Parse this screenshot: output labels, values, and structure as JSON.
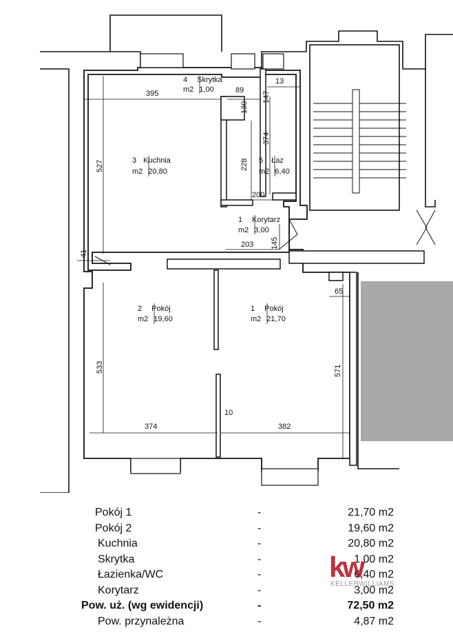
{
  "plan": {
    "rooms": [
      {
        "num": "4",
        "name": "Skrytka",
        "unit": "m2",
        "area": "1,00"
      },
      {
        "num": "3",
        "name": "Kuchnia",
        "unit": "m2",
        "area": "20,80"
      },
      {
        "num": "5",
        "name": "Łaz",
        "unit": "m2",
        "area": "6,40"
      },
      {
        "num": "1",
        "name": "Korytarz",
        "unit": "m2",
        "area": "3,00"
      },
      {
        "num": "2",
        "name": "Pokój",
        "unit": "m2",
        "area": "19,60"
      },
      {
        "num": "1",
        "name": "Pokój",
        "unit": "m2",
        "area": "21,70"
      }
    ],
    "dimensions": [
      "395",
      "89",
      "13",
      "147",
      "130",
      "374",
      "527",
      "228",
      "200",
      "145",
      "203",
      "41",
      "65",
      "533",
      "571",
      "10",
      "374",
      "382"
    ]
  },
  "areas": [
    {
      "name": "Pokój 1",
      "dash": "-",
      "value": "21,70 m2"
    },
    {
      "name": "Pokój 2",
      "dash": "-",
      "value": "19,60 m2"
    },
    {
      "name": "Kuchnia",
      "dash": "-",
      "value": "20,80 m2"
    },
    {
      "name": "Skrytka",
      "dash": "-",
      "value": "1,00 m2"
    },
    {
      "name": "Łazienka/WC",
      "dash": "-",
      "value": "6,40 m2"
    },
    {
      "name": "Korytarz",
      "dash": "-",
      "value": "3,00 m2"
    }
  ],
  "total": {
    "name": "Pow. uż. (wg ewidencji)",
    "dash": "-",
    "value": "72,50 m2"
  },
  "extra": {
    "name": "Pow. przynależna",
    "dash": "-",
    "value": "4,87 m2"
  },
  "logo": {
    "mark": "kw",
    "text": "KELLERWILLIAMS.",
    "color": "#b40f1e"
  },
  "colors": {
    "wall": "#111111",
    "terrace": "#a9a9a9"
  }
}
